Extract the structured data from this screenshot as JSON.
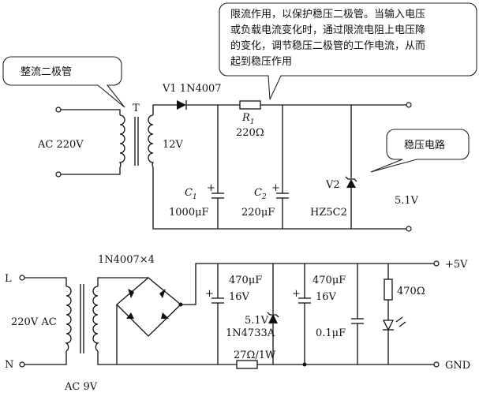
{
  "callouts": {
    "rectifier_diode": "整流二极管",
    "current_limit_line1": "限流作用，以保护稳压二极管。当输入电压",
    "current_limit_line2": "或负载电流变化时，通过限流电阻上电压降",
    "current_limit_line3": "的变化，调节稳压二极管的工作电流，从而",
    "current_limit_line4": "起到稳压作用",
    "regulator_circuit": "稳压电路"
  },
  "top_circuit": {
    "ac_input": "AC 220V",
    "transformer": "T",
    "secondary_voltage": "12V",
    "diode": "V1 1N4007",
    "resistor_name": "R",
    "resistor_sub": "1",
    "resistor_value": "220Ω",
    "c1_name": "C",
    "c1_sub": "1",
    "c1_value": "1000μF",
    "c2_name": "C",
    "c2_sub": "2",
    "c2_value": "220μF",
    "zener_name": "V2",
    "zener_part": "HZ5C2",
    "output_voltage": "5.1V",
    "plus_sign": "+"
  },
  "bottom_circuit": {
    "terminal_L": "L",
    "terminal_N": "N",
    "ac_input": "220V AC",
    "ac_secondary": "AC 9V",
    "bridge": "1N4007×4",
    "cap1_value": "470μF",
    "cap1_voltage": "16V",
    "zener_voltage": "5.1V",
    "zener_part": "1N4733A",
    "resistor": "27Ω/1W",
    "cap2_value": "470μF",
    "cap2_voltage": "16V",
    "cap3_value": "0.1μF",
    "led_resistor": "470Ω",
    "out_plus": "+5V",
    "out_gnd": "GND",
    "plus_sign": "+"
  }
}
